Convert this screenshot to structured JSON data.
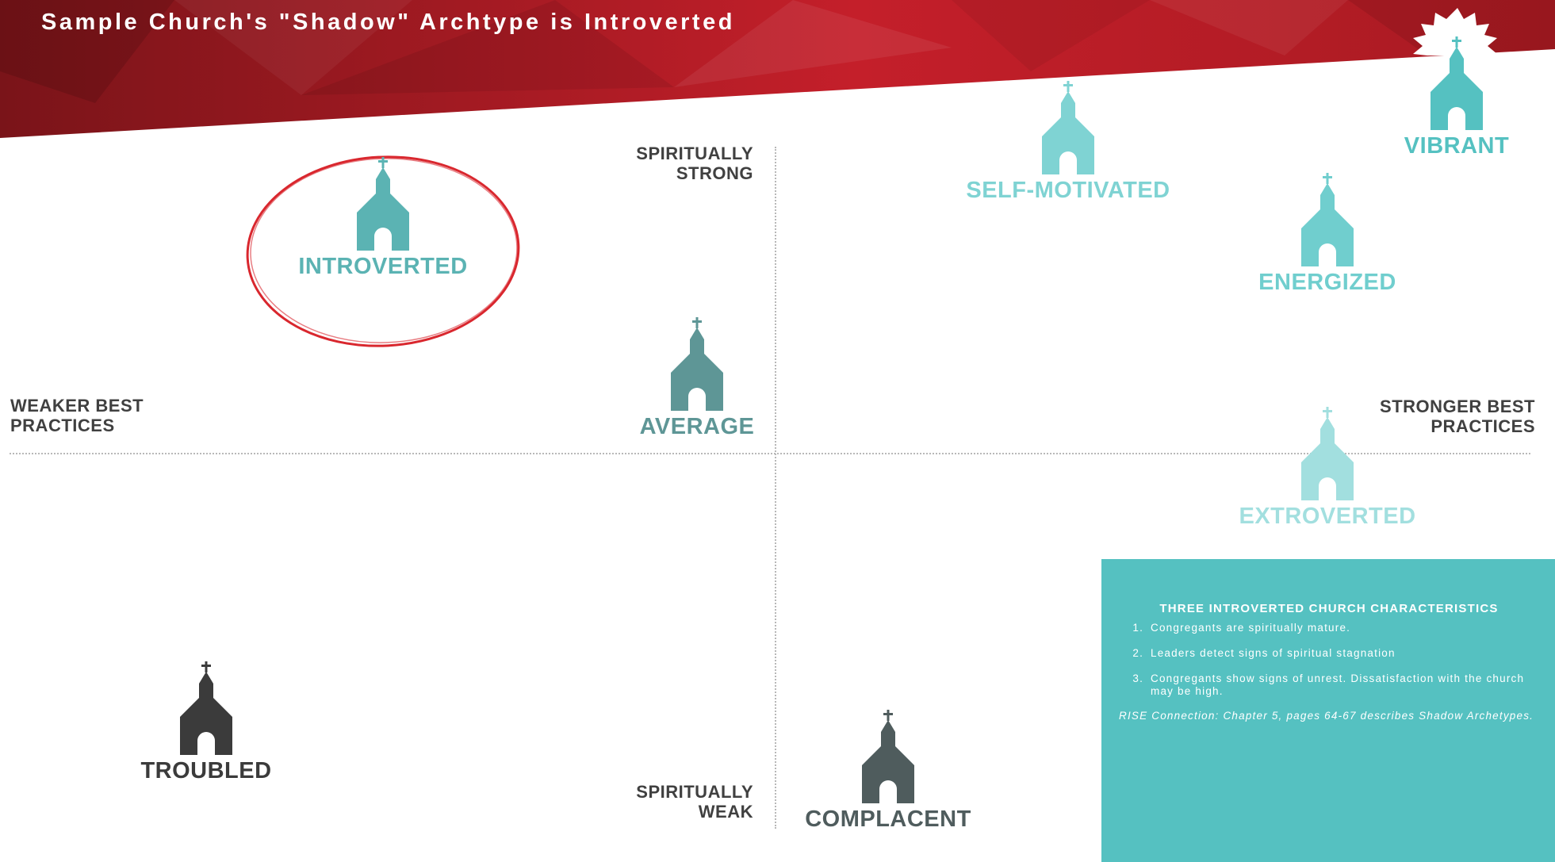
{
  "title": "Sample Church's \"Shadow\" Archtype is Introverted",
  "axes": {
    "top": [
      "SPIRITUALLY",
      "STRONG"
    ],
    "bottom": [
      "SPIRITUALLY",
      "WEAK"
    ],
    "left": [
      "WEAKER BEST",
      "PRACTICES"
    ],
    "right": [
      "STRONGER BEST",
      "PRACTICES"
    ]
  },
  "archetypes": {
    "introverted": {
      "label": "INTROVERTED",
      "color": "#5bb3b3",
      "highlighted": true
    },
    "average": {
      "label": "AVERAGE",
      "color": "#5e9696"
    },
    "self_motivated": {
      "label": "SELF-MOTIVATED",
      "color": "#7fd3d3"
    },
    "vibrant": {
      "label": "VIBRANT",
      "color": "#55c1c1"
    },
    "energized": {
      "label": "ENERGIZED",
      "color": "#70cece"
    },
    "extroverted": {
      "label": "EXTROVERTED",
      "color": "#a2dfdf"
    },
    "troubled": {
      "label": "TROUBLED",
      "color": "#3b3b3b"
    },
    "complacent": {
      "label": "COMPLACENT",
      "color": "#4f5c5d"
    }
  },
  "highlight_color": "#d9272e",
  "banner_color": "#b01e26",
  "info_box": {
    "heading": "THREE INTROVERTED CHURCH CHARACTERISTICS",
    "items": [
      "Congregants are spiritually mature.",
      "Leaders detect signs of spiritual stagnation",
      "Congregants show signs of unrest. Dissatisfaction with the church may be high."
    ],
    "note": "RISE Connection: Chapter 5, pages 64-67 describes Shadow Archetypes.",
    "color": "#55c1c1"
  }
}
